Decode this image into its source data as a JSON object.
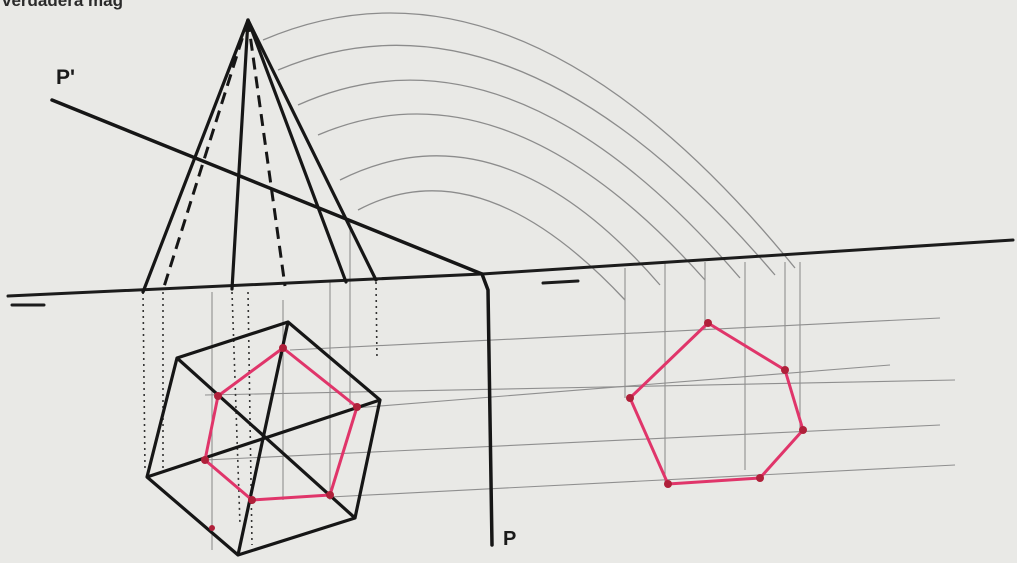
{
  "labels": {
    "top_text": "verdadera mag",
    "p_prime": "P'",
    "p": "P"
  },
  "colors": {
    "paper": "#e9e9e6",
    "ink": "#1c1c1c",
    "pencil": "#8a8a8a",
    "red": "#e0356a",
    "dot": "#b0203a"
  }
}
